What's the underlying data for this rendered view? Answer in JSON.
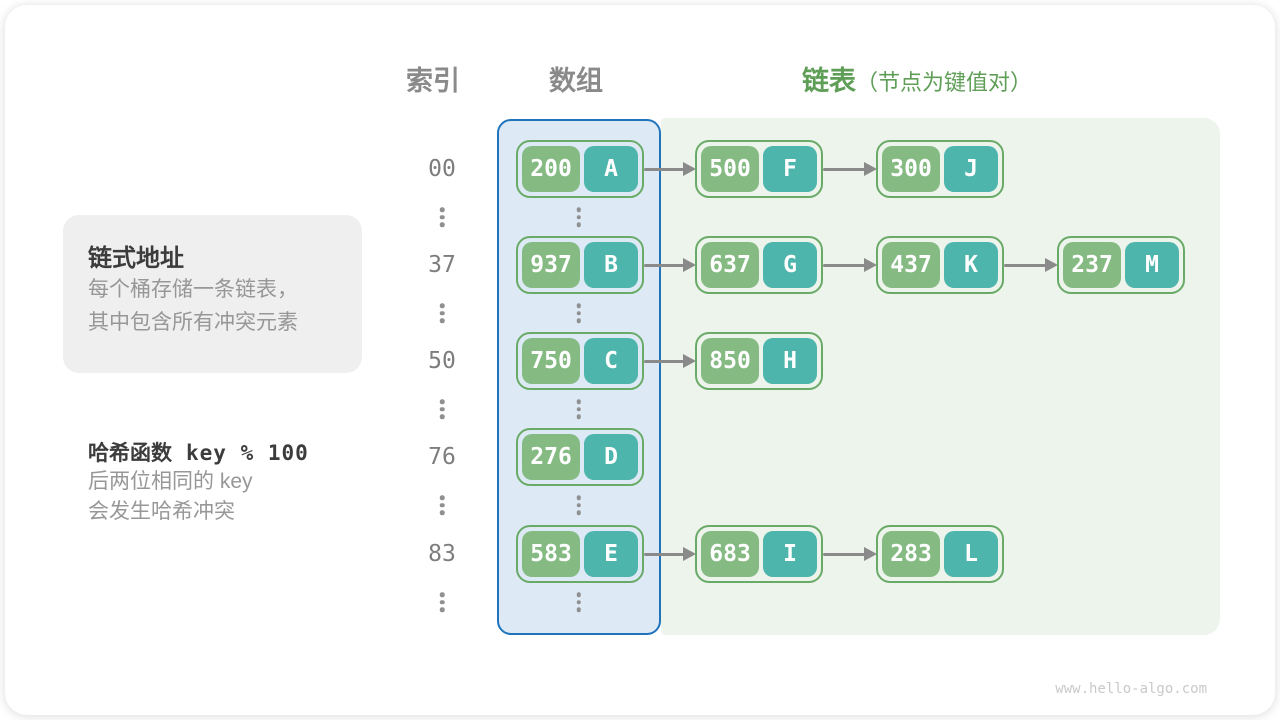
{
  "titles": {
    "index": "索引",
    "array": "数组",
    "list": "链表",
    "list_note": "（节点为键值对）"
  },
  "info_box": {
    "title": "链式地址",
    "line1": "每个桶存储一条链表，",
    "line2": "其中包含所有冲突元素"
  },
  "hash_note": {
    "label": "哈希函数",
    "code": "key % 100",
    "line1": "后两位相同的 key",
    "line2": "会发生哈希冲突"
  },
  "buckets": [
    {
      "index": "00",
      "nodes": [
        {
          "key": "200",
          "value": "A"
        },
        {
          "key": "500",
          "value": "F"
        },
        {
          "key": "300",
          "value": "J"
        }
      ]
    },
    {
      "index": "37",
      "nodes": [
        {
          "key": "937",
          "value": "B"
        },
        {
          "key": "637",
          "value": "G"
        },
        {
          "key": "437",
          "value": "K"
        },
        {
          "key": "237",
          "value": "M"
        }
      ]
    },
    {
      "index": "50",
      "nodes": [
        {
          "key": "750",
          "value": "C"
        },
        {
          "key": "850",
          "value": "H"
        }
      ]
    },
    {
      "index": "76",
      "nodes": [
        {
          "key": "276",
          "value": "D"
        }
      ]
    },
    {
      "index": "83",
      "nodes": [
        {
          "key": "583",
          "value": "E"
        },
        {
          "key": "683",
          "value": "I"
        },
        {
          "key": "283",
          "value": "L"
        }
      ]
    }
  ],
  "ellipsis_glyph": "⋮",
  "watermark": "www.hello-algo.com",
  "colors": {
    "key_fill": "#85BB83",
    "value_fill": "#4DB5AB",
    "node_border": "#69AA67",
    "array_border": "#2174BC",
    "array_fill": "#DDEAF6",
    "list_fill": "#EDF4EC",
    "list_title": "#5F9E57",
    "arrow": "#8A8A8A"
  }
}
